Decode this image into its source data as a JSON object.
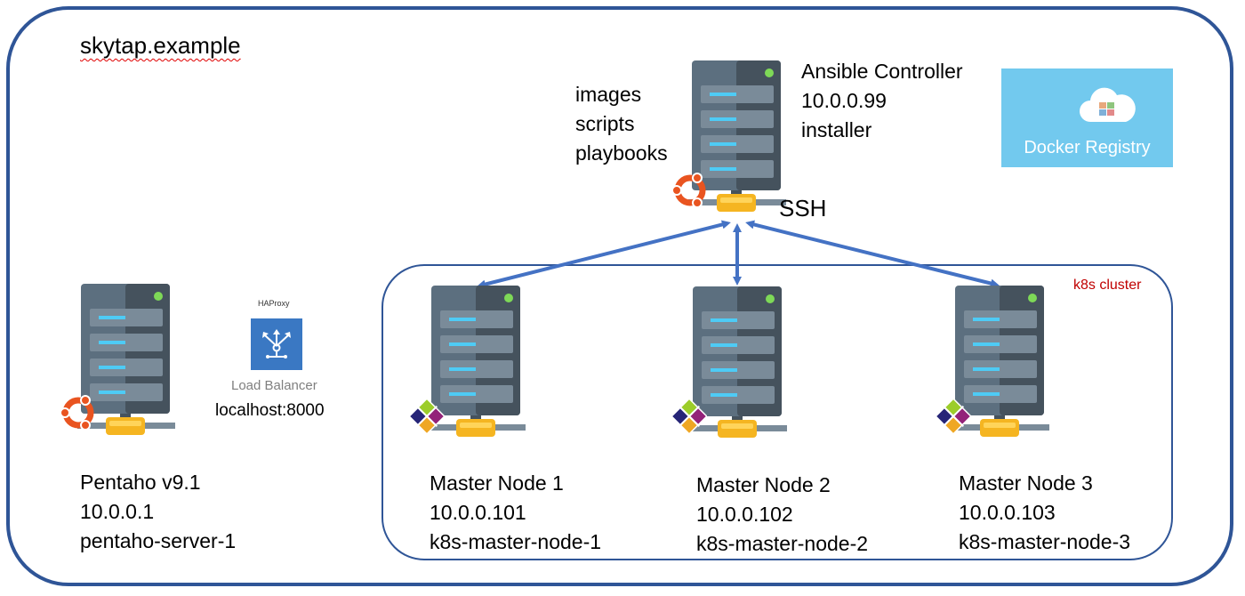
{
  "environment": {
    "title": "skytap.example"
  },
  "cluster": {
    "label": "k8s cluster"
  },
  "controller": {
    "name": "Ansible Controller",
    "ip": "10.0.0.99",
    "role": "installer",
    "assets": [
      "images",
      "scripts",
      "playbooks"
    ],
    "link_label": "SSH",
    "os_icon": "ubuntu-icon"
  },
  "registry": {
    "label": "Docker Registry",
    "icon": "cloud-registry-icon"
  },
  "load_balancer": {
    "vendor": "HAProxy",
    "label": "Load Balancer",
    "address": "localhost:8000",
    "icon": "load-balancer-icon"
  },
  "pentaho": {
    "name": "Pentaho v9.1",
    "ip": "10.0.0.1",
    "hostname": "pentaho-server-1",
    "os_icon": "ubuntu-icon"
  },
  "nodes": [
    {
      "name": "Master Node 1",
      "ip": "10.0.0.101",
      "hostname": "k8s-master-node-1",
      "os_icon": "centos-icon"
    },
    {
      "name": "Master Node 2",
      "ip": "10.0.0.102",
      "hostname": "k8s-master-node-2",
      "os_icon": "centos-icon"
    },
    {
      "name": "Master Node 3",
      "ip": "10.0.0.103",
      "hostname": "k8s-master-node-3",
      "os_icon": "centos-icon"
    }
  ],
  "colors": {
    "frame": "#2f5597",
    "arrow": "#4472c4",
    "cluster_label": "#c00000",
    "server_light": "#5c6f7f",
    "server_dark": "#45525d",
    "drive_bar": "#4ecbf5",
    "status_led": "#7ed957",
    "connector": "#f5b521",
    "registry_bg": "#72c9ee",
    "load_balancer_bg": "#3a78c3"
  }
}
